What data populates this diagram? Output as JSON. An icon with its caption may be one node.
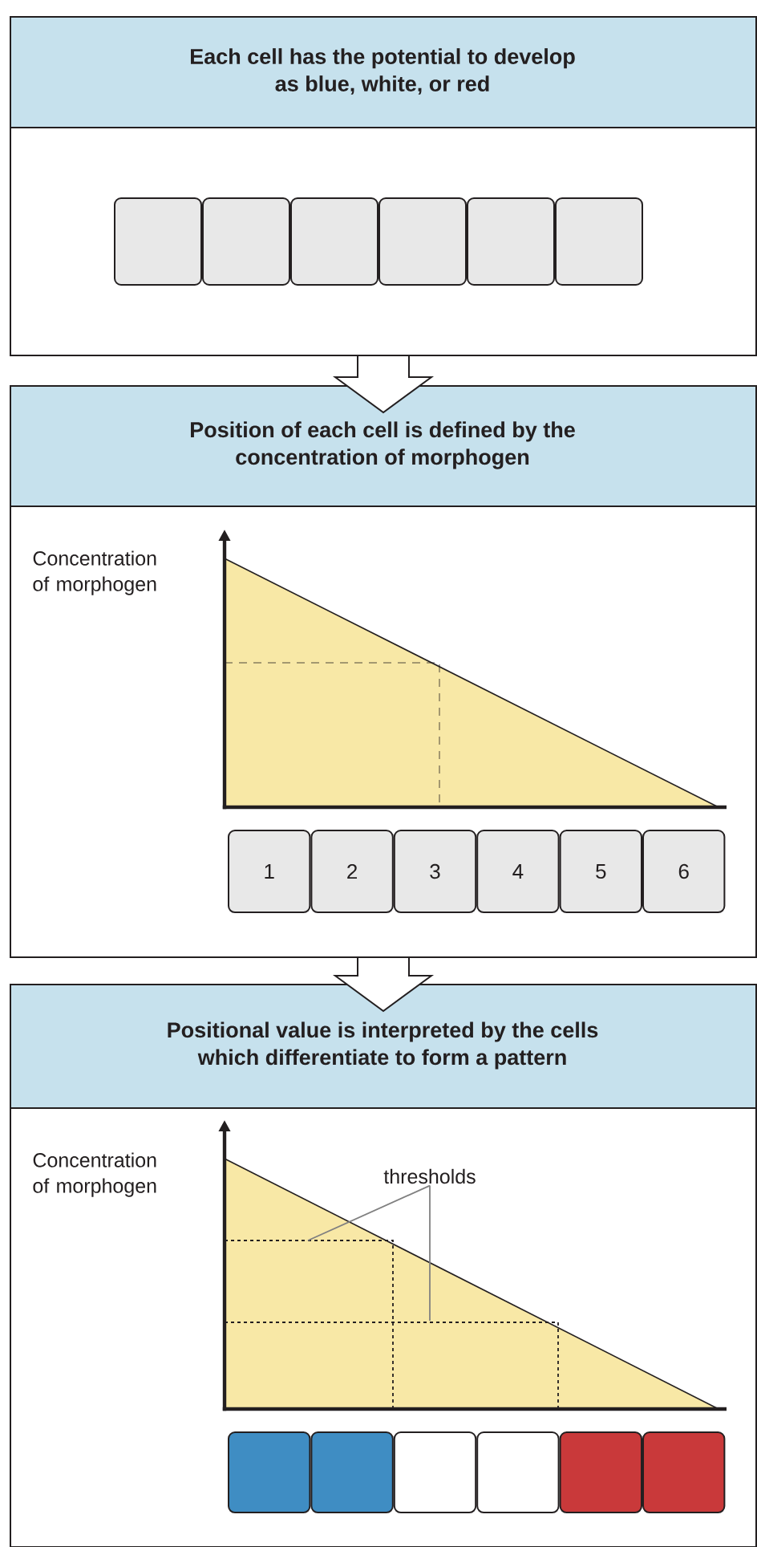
{
  "diagram": {
    "nodes": [
      {
        "text": [
          "Each cell has the potential to develop as blue, white, or red"
        ]
      },
      {
        "text": [],
        "shape": "box",
        "in": 0
      },
      {
        "text": [],
        "shape": "box",
        "in": 0
      },
      {
        "text": [],
        "shape": "box",
        "in": 0
      },
      {
        "text": [],
        "shape": "box",
        "in": 0
      },
      {
        "text": [],
        "shape": "box",
        "in": 0
      },
      {
        "text": [],
        "shape": "box",
        "in": 0
      },
      {
        "text": [
          "Position of each cell is defined by the concentration of morphogen"
        ]
      },
      {
        "text": [
          "1"
        ],
        "in": 7
      },
      {
        "text": [
          "2"
        ],
        "in": 7
      },
      {
        "text": [
          "3"
        ],
        "in": 7
      },
      {
        "text": [
          "4"
        ],
        "in": 7
      },
      {
        "text": [
          "5"
        ],
        "in": 7
      },
      {
        "text": [
          "6"
        ],
        "in": 7
      },
      {
        "text": [
          "Positional value is interpreted by the cells which differentiate to form a pattern"
        ]
      },
      {
        "text": [
          "thresholds"
        ],
        "in": 14
      },
      {
        "text": [],
        "shape": "box",
        "in": 14
      },
      {
        "text": [],
        "shape": "box",
        "in": 14
      },
      {
        "text": [],
        "shape": "box",
        "in": 14
      },
      {
        "text": [],
        "shape": "box",
        "in": 14
      },
      {
        "text": [],
        "shape": "box",
        "in": 14
      },
      {
        "text": [],
        "shape": "box",
        "in": 14
      }
    ],
    "edges": [
      {
        "from": 0,
        "to": 7,
        "arrow": "to"
      },
      {
        "from": 7,
        "to": 14,
        "arrow": "to"
      },
      {
        "from": 15,
        "to": null,
        "arrow": "none"
      },
      {
        "from": 15,
        "to": null,
        "arrow": "none"
      }
    ],
    "labels": [
      "Concentration of morphogen",
      "Concentration of morphogen"
    ]
  }
}
